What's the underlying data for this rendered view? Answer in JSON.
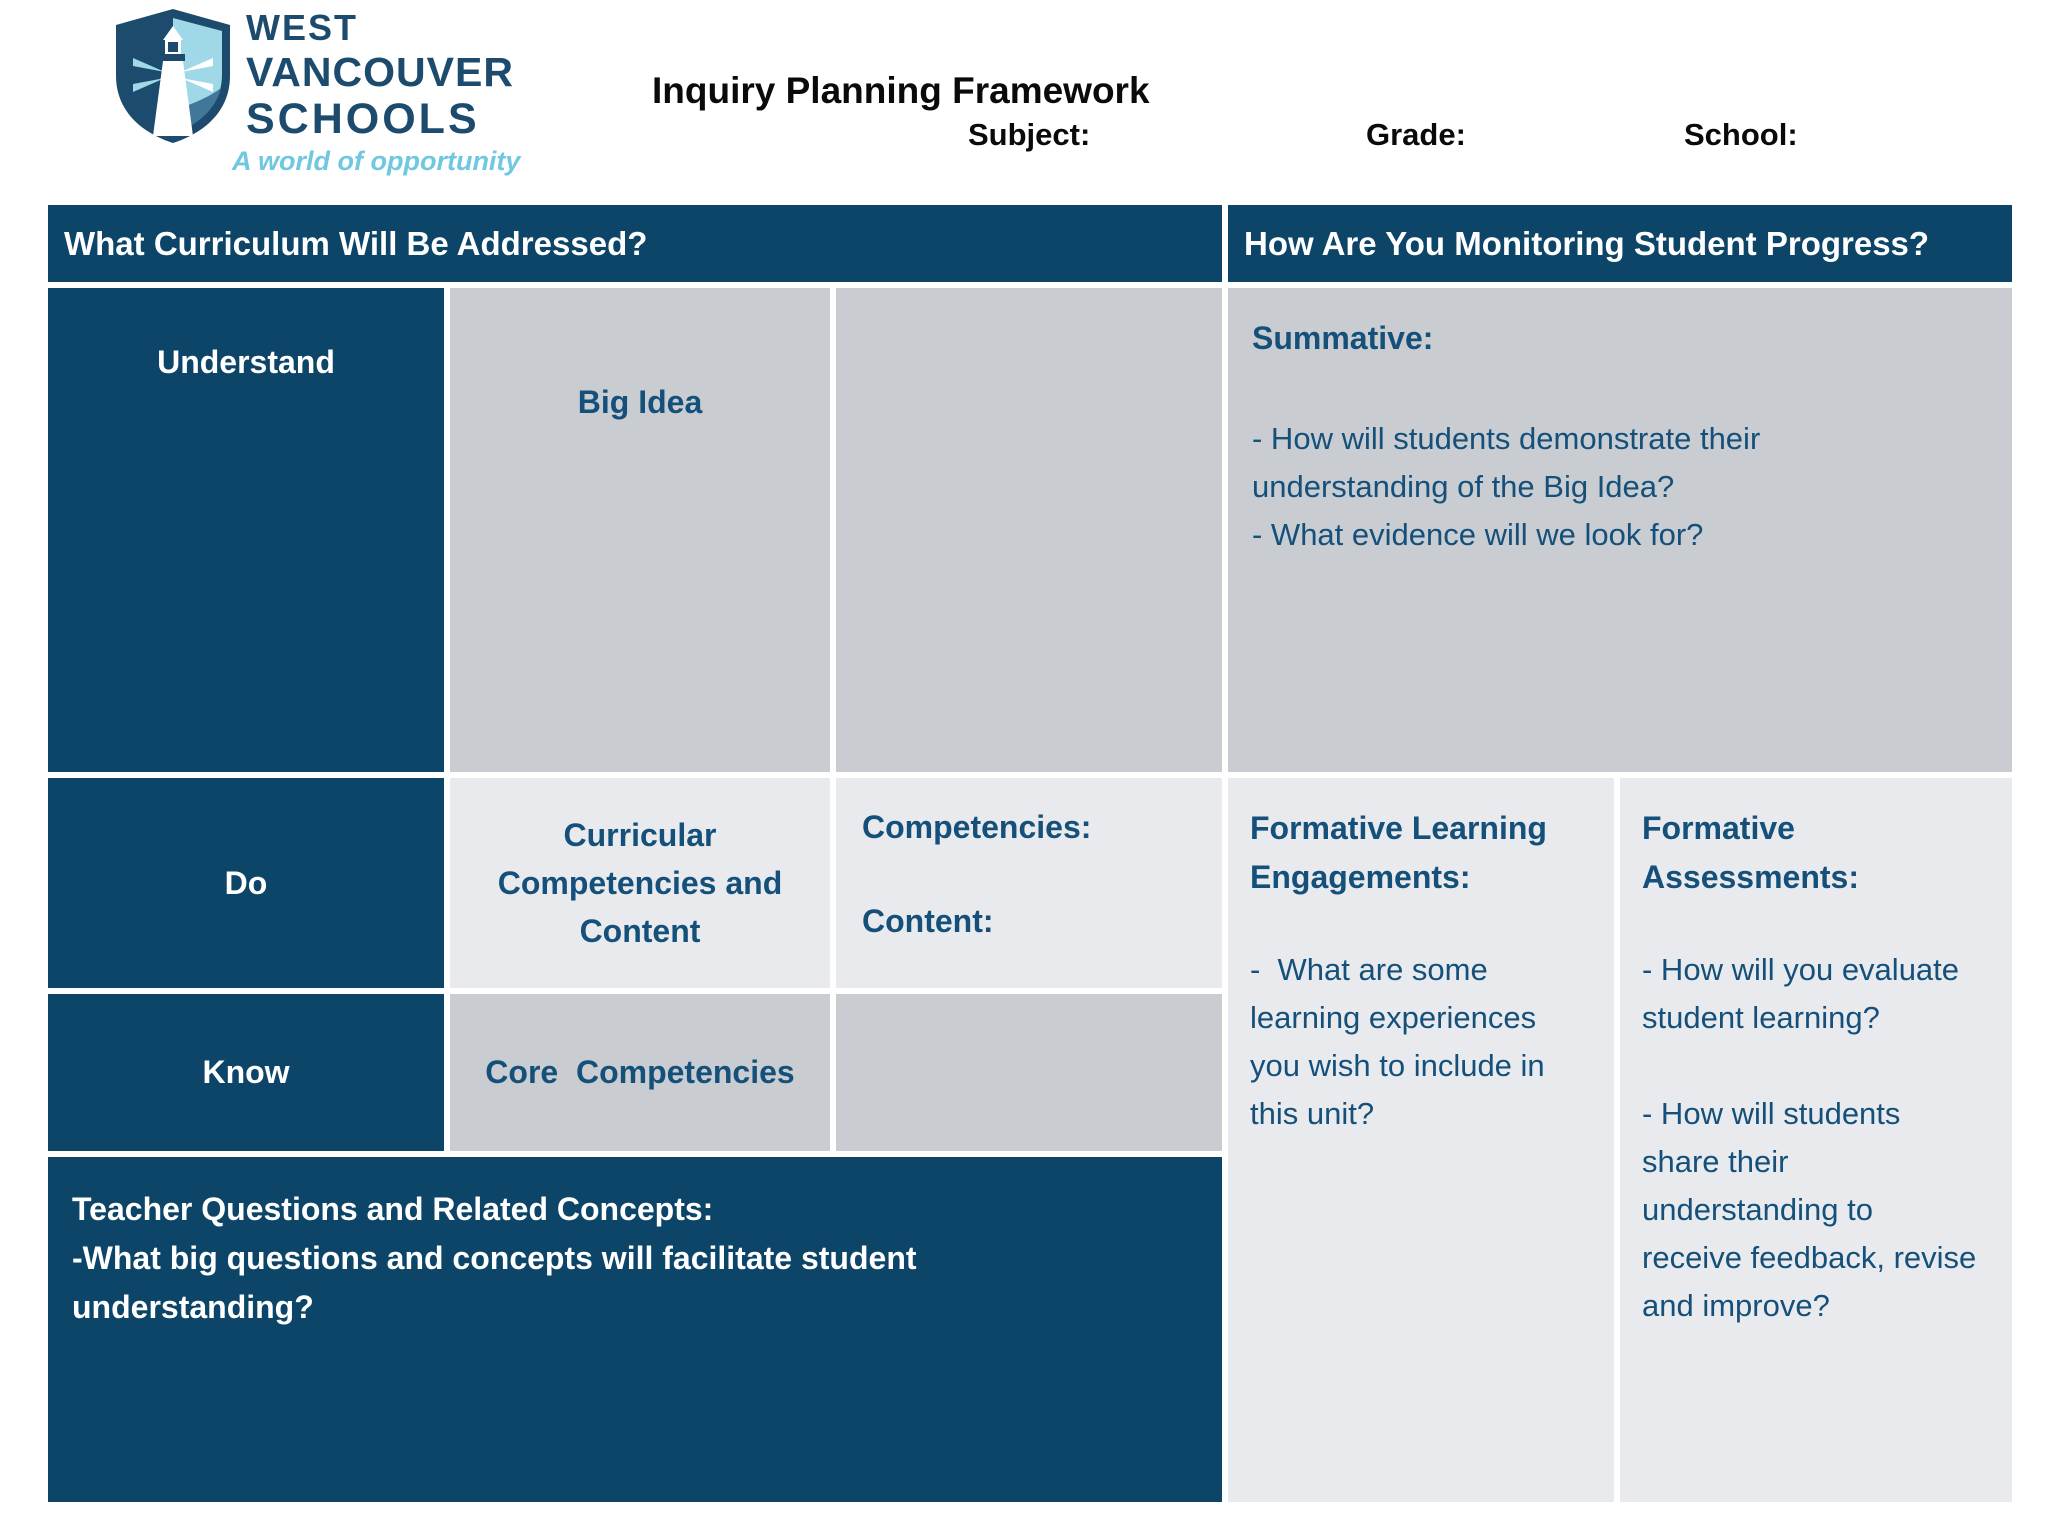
{
  "branding": {
    "logo_lines": [
      "WEST",
      "VANCOUVER",
      "SCHOOLS"
    ],
    "tagline": "A world of opportunity",
    "colors": {
      "logo_navy": "#1d4b6d",
      "shield_light_blue": "#9fd9e8",
      "wave_teal": "#41789a",
      "tagline_blue": "#6fc8e0"
    }
  },
  "header": {
    "title": "Inquiry Planning Framework",
    "subject_label": "Subject:",
    "grade_label": "Grade:",
    "school_label": "School:"
  },
  "colors": {
    "table_navy": "#0c4568",
    "gray_cell": "#c9ccd1",
    "light_cell": "#e9eaed",
    "cell_text_blue": "#14507a",
    "header_text": "#ffffff"
  },
  "curriculum_panel": {
    "header": "What Curriculum Will Be Addressed?",
    "understand_label": "Understand",
    "big_idea_label": "Big Idea",
    "do_label": "Do",
    "curricular_label_lines": [
      "Curricular",
      "Competencies and",
      "Content"
    ],
    "competencies_content_lines": [
      "Competencies:",
      "",
      "Content:"
    ],
    "know_label": "Know",
    "core_competencies_label": "Core  Competencies",
    "teacher_questions_lines": [
      "Teacher Questions and Related Concepts:",
      "-What big questions and concepts will facilitate student",
      "understanding?"
    ]
  },
  "monitoring_panel": {
    "header": "How Are You Monitoring Student Progress?",
    "summative": {
      "heading": "Summative:",
      "body_lines": [
        "- How will students demonstrate their",
        "understanding of the Big Idea?",
        "- What evidence will we look for?"
      ]
    },
    "formative_engagements": {
      "heading_lines": [
        "Formative Learning",
        "Engagements:"
      ],
      "body_lines": [
        "-  What are some",
        "learning experiences",
        "you wish to include in",
        "this unit?"
      ]
    },
    "formative_assessments": {
      "heading_lines": [
        "Formative",
        "Assessments:"
      ],
      "body_lines": [
        "- How will you evaluate",
        "student learning?",
        "",
        "- How will students",
        "share their",
        "understanding to",
        "receive feedback, revise",
        "and improve?"
      ]
    }
  }
}
